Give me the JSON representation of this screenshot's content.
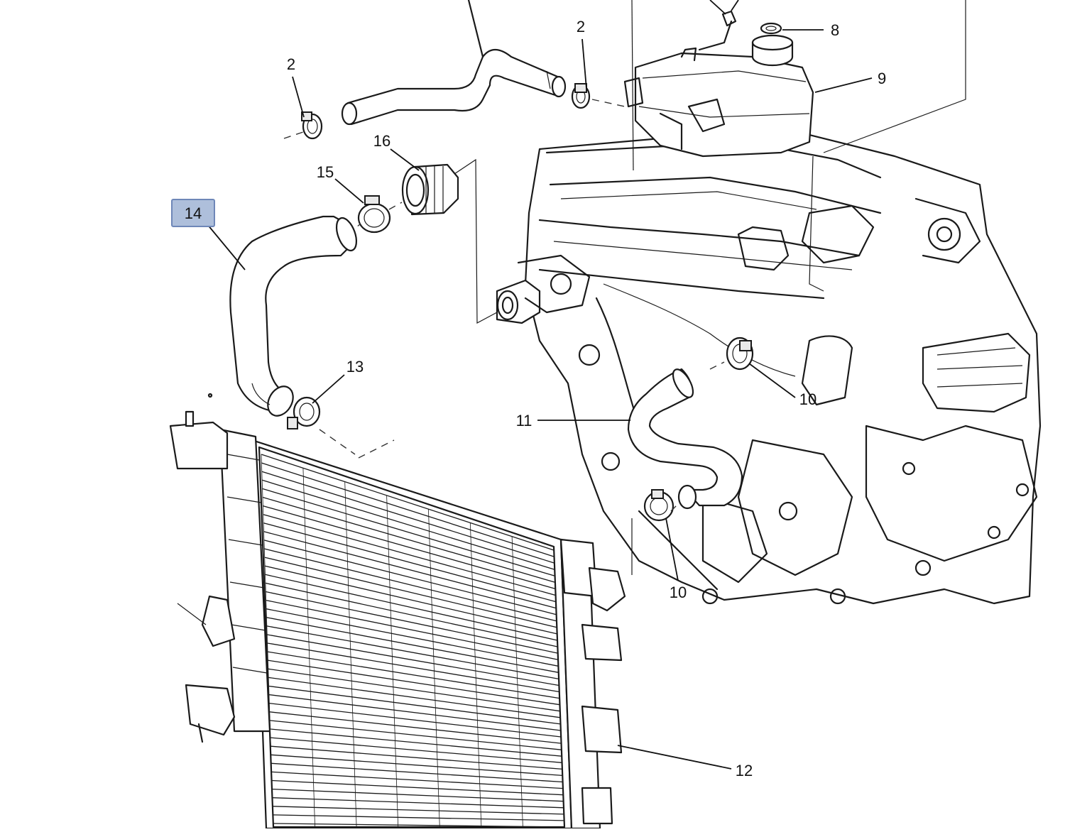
{
  "callouts": {
    "c2a": "2",
    "c2b": "2",
    "c8": "8",
    "c9": "9",
    "c16": "16",
    "c15": "15",
    "c14": "14",
    "c13": "13",
    "c11": "11",
    "c10a": "10",
    "c10b": "10",
    "c12": "12"
  },
  "highlight_color": "#aebfdb"
}
